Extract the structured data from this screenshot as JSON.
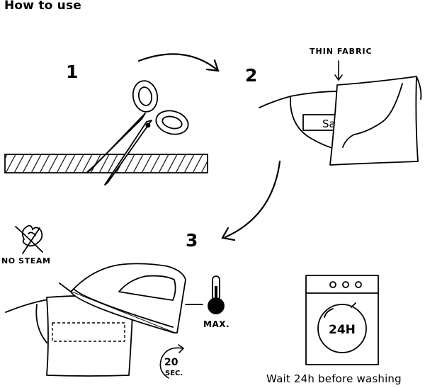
{
  "title": "How to use",
  "steps": [
    {
      "number": "1"
    },
    {
      "number": "2"
    },
    {
      "number": "3"
    }
  ],
  "labels": {
    "thin_fabric": "THIN FABRIC",
    "label_text": "Sa",
    "no_steam": "NO STEAM",
    "max": "MAX.",
    "time_value": "20",
    "time_unit": "SEC.",
    "wait_badge": "24H"
  },
  "caption": "Wait 24h before washing",
  "icons": [
    "scissors-icon",
    "thin-fabric-icon",
    "iron-icon",
    "no-steam-icon",
    "thermometer-icon",
    "timer-icon",
    "washing-machine-icon"
  ]
}
